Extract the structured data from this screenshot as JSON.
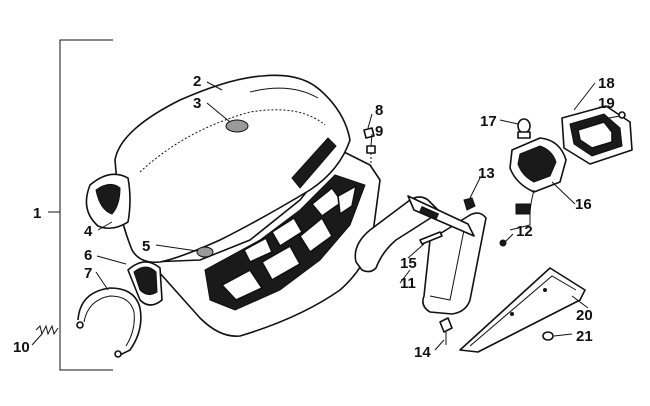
{
  "callouts": [
    {
      "id": "c1",
      "text": "1"
    },
    {
      "id": "c2",
      "text": "2"
    },
    {
      "id": "c3",
      "text": "3"
    },
    {
      "id": "c4",
      "text": "4"
    },
    {
      "id": "c5",
      "text": "5"
    },
    {
      "id": "c6",
      "text": "6"
    },
    {
      "id": "c7",
      "text": "7"
    },
    {
      "id": "c8",
      "text": "8"
    },
    {
      "id": "c9",
      "text": "9"
    },
    {
      "id": "c10",
      "text": "10"
    },
    {
      "id": "c11",
      "text": "11"
    },
    {
      "id": "c12",
      "text": "12"
    },
    {
      "id": "c13",
      "text": "13"
    },
    {
      "id": "c14",
      "text": "14"
    },
    {
      "id": "c15",
      "text": "15"
    },
    {
      "id": "c16",
      "text": "16"
    },
    {
      "id": "c17",
      "text": "17"
    },
    {
      "id": "c18",
      "text": "18"
    },
    {
      "id": "c19",
      "text": "19"
    },
    {
      "id": "c20",
      "text": "20"
    },
    {
      "id": "c21",
      "text": "21"
    }
  ],
  "colors": {
    "ink": "#111111",
    "paper": "#ffffff"
  }
}
